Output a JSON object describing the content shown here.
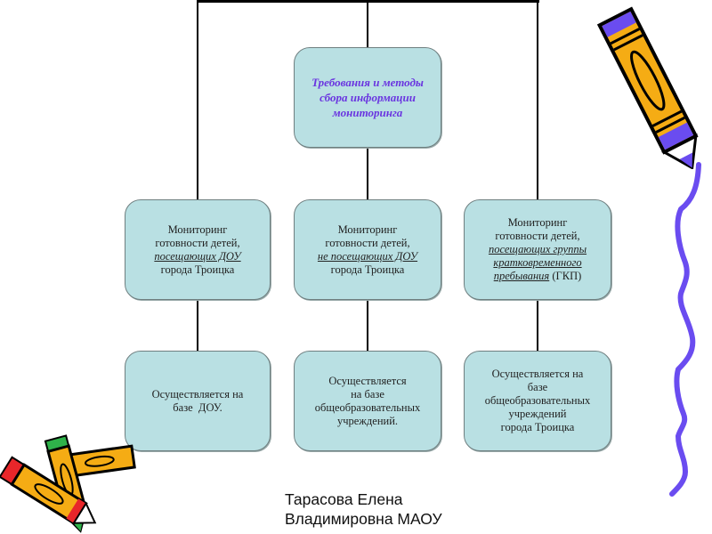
{
  "diagram": {
    "root": {
      "lines": [
        "Требования и методы",
        "сбора информации",
        "мониторинга"
      ]
    },
    "branches": [
      {
        "monitoring": {
          "line1": "Мониторинг",
          "line2": "готовности детей,",
          "emph": "посещающих ДОУ",
          "line3": "города Троицка"
        },
        "basis": {
          "lines": [
            "Осуществляется на",
            "базе  ДОУ."
          ]
        }
      },
      {
        "monitoring": {
          "line1": "Мониторинг",
          "line2": "готовности детей,",
          "emph": "не посещающих ДОУ",
          "line3": "города Троицка"
        },
        "basis": {
          "lines": [
            "Осуществляется",
            "на базе",
            "общеобразовательных",
            "учреждений."
          ]
        }
      },
      {
        "monitoring": {
          "line1": "Мониторинг",
          "line2": "готовности детей,",
          "emph1": "посещающих группы",
          "emph2": "кратковременного",
          "emph3": "пребывания",
          "suffix": " (ГКП)"
        },
        "basis": {
          "lines": [
            "Осуществляется на",
            "базе",
            "общеобразовательных",
            "учреждений",
            "города Троицка"
          ]
        }
      }
    ]
  },
  "footer": {
    "line1": "Тарасова Елена",
    "line2": "Владимировна МАОУ"
  },
  "decorations": {
    "top_right": "pencil-icon",
    "right_edge": "scribble-line",
    "bottom_left": "crossed-pencils-icon"
  },
  "colors": {
    "box_fill": "#b9e0e3",
    "title_text": "#6a35e0",
    "pencil_body": "#f5ac14",
    "pencil_accent": "#6a4cf0"
  }
}
